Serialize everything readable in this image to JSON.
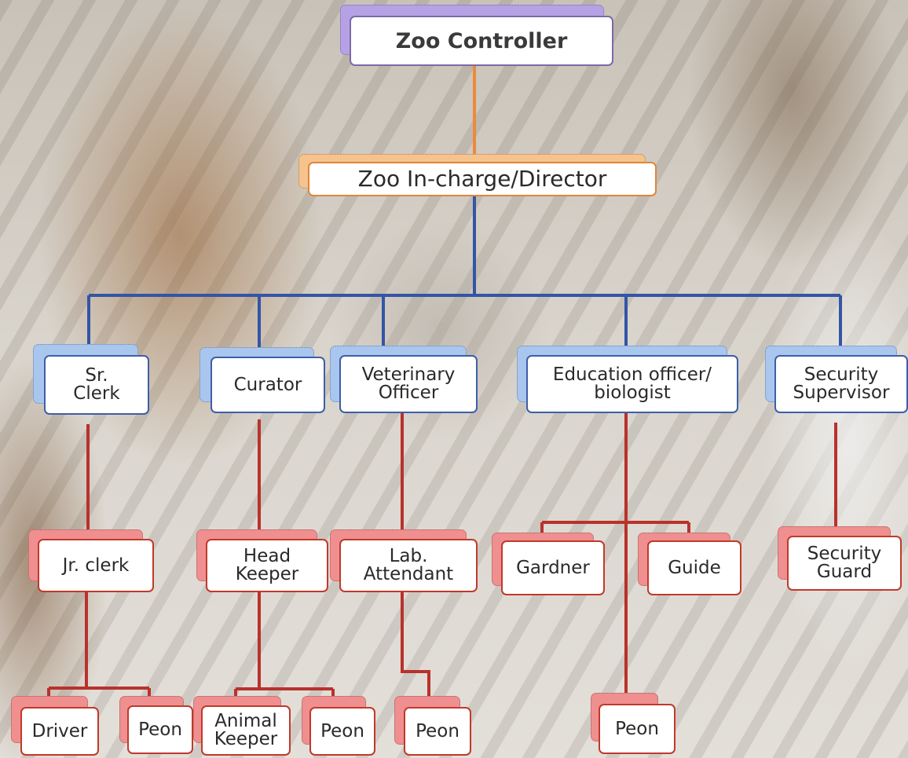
{
  "diagram": {
    "nodes": [
      {
        "id": "zoo-controller",
        "label": "Zoo Controller",
        "accent": "#b7a1e6",
        "border": "#7a6aa6"
      },
      {
        "id": "zoo-in-charge",
        "label": "Zoo In-charge/Director",
        "accent": "#f7c38d",
        "border": "#e0863a"
      },
      {
        "id": "sr-clerk",
        "label": "Sr.\nClerk",
        "accent": "#a9c6ee",
        "border": "#3d5fa8"
      },
      {
        "id": "curator",
        "label": "Curator",
        "accent": "#a9c6ee",
        "border": "#3d5fa8"
      },
      {
        "id": "veterinary-officer",
        "label": "Veterinary\nOfficer",
        "accent": "#a9c6ee",
        "border": "#3d5fa8"
      },
      {
        "id": "education-officer",
        "label": "Education officer/\nbiologist",
        "accent": "#a9c6ee",
        "border": "#3d5fa8"
      },
      {
        "id": "security-supervisor",
        "label": "Security\nSupervisor",
        "accent": "#a9c6ee",
        "border": "#3d5fa8"
      },
      {
        "id": "jr-clerk",
        "label": "Jr. clerk",
        "accent": "#f08f8f",
        "border": "#c0392b"
      },
      {
        "id": "head-keeper",
        "label": "Head\nKeeper",
        "accent": "#f08f8f",
        "border": "#c0392b"
      },
      {
        "id": "lab-attendant",
        "label": "Lab.\nAttendant",
        "accent": "#f08f8f",
        "border": "#c0392b"
      },
      {
        "id": "gardner",
        "label": "Gardner",
        "accent": "#f08f8f",
        "border": "#c0392b"
      },
      {
        "id": "guide",
        "label": "Guide",
        "accent": "#f08f8f",
        "border": "#c0392b"
      },
      {
        "id": "security-guard",
        "label": "Security\nGuard",
        "accent": "#f08f8f",
        "border": "#c0392b"
      },
      {
        "id": "driver",
        "label": "Driver",
        "accent": "#f08f8f",
        "border": "#c0392b"
      },
      {
        "id": "peon-clerk",
        "label": "Peon",
        "accent": "#f08f8f",
        "border": "#c0392b"
      },
      {
        "id": "animal-keeper",
        "label": "Animal\nKeeper",
        "accent": "#f08f8f",
        "border": "#c0392b"
      },
      {
        "id": "peon-keeper",
        "label": "Peon",
        "accent": "#f08f8f",
        "border": "#c0392b"
      },
      {
        "id": "peon-lab",
        "label": "Peon",
        "accent": "#f08f8f",
        "border": "#c0392b"
      },
      {
        "id": "peon-education",
        "label": "Peon",
        "accent": "#f08f8f",
        "border": "#c0392b"
      }
    ],
    "connector_colors": {
      "top": "#ec8a3c",
      "middle": "#3355a6",
      "lower": "#b8322c"
    }
  }
}
